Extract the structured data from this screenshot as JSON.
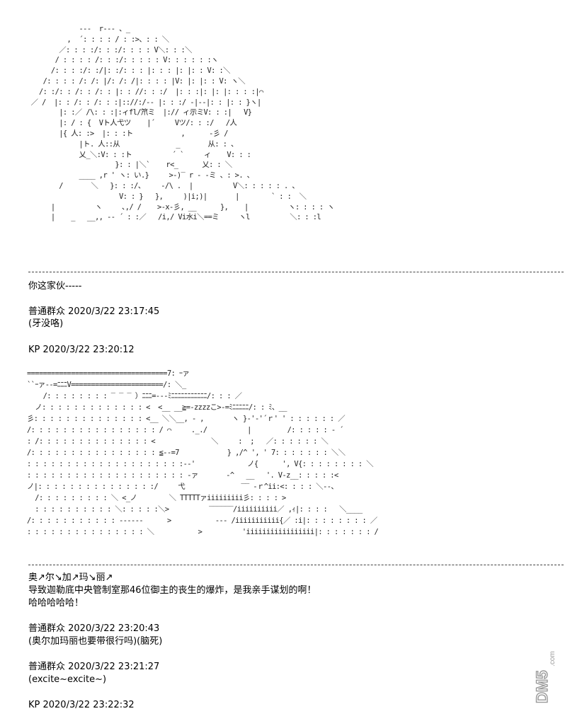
{
  "art_top": [
    "             ---  r‐‐- 、_",
    "          ,  ´: : : : / : :>、: : ＼",
    "        ／: : : :/: : :/: : : : V＼: : :＼",
    "       / : : : : /: : :/: : : : : V: : : : : :ヽ",
    "      /: : : :/: :/|: :/: : : |: : : |: |: : V: :＼",
    "    /: : : : /: /: |/: /: /|: : : : |V: |: |: : V: ヽ＼",
    "   /: :/: : /: : /: : |: : //: : :/  |: : :|: |: |: : : :|⌒",
    " ／ /  |: : /: : /: : :|:://:/‐‐ |: : :/ ‐|‐‐|: : |: : }ヽ|",
    "        |: :／ /\\: : :|:ィfl/笊ミ  |:// ィ示ミV: : :|   V}",
    "        |: / : {  Vト人弋ツ    |´     Vツ/: : :/   /人",
    "        |{ 人: :>  |: : :ト            ,      ‐彡 /",
    "             |ト. 人::从              _       从: : 、",
    "             乂_＼:V: : :ト          ´ `     ィ    V: : :",
    "                      }: : |＼`    r<_      乂: : ＼",
    "             ____ ,r ' ヽ: い.}     >-)‾ r ‐ -ミ 、: >. 、",
    "        /       ＼   }: : :/、    -/\\ .  |          V＼: : : : : . 、",
    "                       V: : }   },     )|i;)|       |        ` : :  ＼",
    "      |          ヽ     ､,/ /    >‐x-彡, __      },    |          ヽ: : : : ヽ",
    "      |    _   __,, -‐ ´ : :／   /i,/ Vi水i＼==ミ     ヽl          ＼: : :l"
  ],
  "art_bottom": [
    "===================================7: ｰァ",
    "``ｰァ--=ﾆﾆﾆV=======================/: ＼_",
    "    /: : : : : : : : ‾ ‾ ‾ ）ﾆﾆﾆ=‐‐‐ﾐﾆﾆﾆﾆﾆﾆﾆﾆﾆﾆﾆ/: : : ／",
    "  ノ: : : : : : : : : : : : : <  <__ __≧=-zzzzこ>-=ﾐﾆﾆﾆﾆﾆ/: : ﾐ、__",
    "彡: : : : : : : : : : : : : : <__ ＼＼__, ‐ ,       ヽ }‐'‐'´ｒ' ' : : : : : : ／",
    "/: : : : : : : : : : : : : : : : / ⌒     ._./          |         /: : : : : ‐ ´",
    ": /: : : : : : : : : : : : : : <              ＼     :  ;   ／: : : : : : ＼",
    "/: : : : : : : : : : : : : : : : ≦‐‐=7            } ,/^ ', ' 7: : : : : : : ＼＼",
    ": : : : : : : : : : : : : : : : : : : :‐‐'             ノ{      ', V{: : : : : : : : ＼",
    ": : : : : : : : : : : : : : : : : : : : ‐ァ       -^   __   '. V-z__: : : : :<",
    "ノ|: : : : : : : : : : : : : : :/     弋              ‾‾ ‐ｒ^ii:<: : : : ＼--、",
    "  /: : : : : : : : : ＼ <_ノ        ＼ TTTTTァiiiiiiiii彡: : : : >",
    "  : : : : : : : : : : ＼: : : : :＼>          ‾‾‾‾‾‾/iiiiiiiiii／ ,ｨ|: : : :   ＼____",
    "/: : : : : : : : : : : ‐‐‐‐‐‐      >           ‐‐‐ /iiiiiiiiiii{／ :i|: : : : : : : : ／",
    ": : : : : : : : : : : : : : : ＼           >          'iiiiiiiiiiiiiiiii|: : : : : : : /"
  ],
  "lines": {
    "l1": "你这家伙‐‐‐‐‐",
    "l2": "普通群众 2020/3/22 23:17:45",
    "l3": "(牙没咯)",
    "l4": "KP 2020/3/22 23:20:12",
    "l5": "奥↗尔↘加↗玛↘丽↗",
    "l6": "导致迦勒底中央管制室那46位御主的丧生的爆炸，是我亲手谋划的啊！",
    "l7": "哈哈哈哈哈！",
    "l8": "普通群众 2020/3/22 23:20:43",
    "l9": "(奥尔加玛丽也要带很行吗)(脑死)",
    "l10": "普通群众 2020/3/22 23:21:27",
    "l11": "(excite~excite~)",
    "l12": "KP 2020/3/22 23:22:32"
  },
  "watermark": {
    "text": "DM5.com",
    "color": "#9a9a9a"
  }
}
